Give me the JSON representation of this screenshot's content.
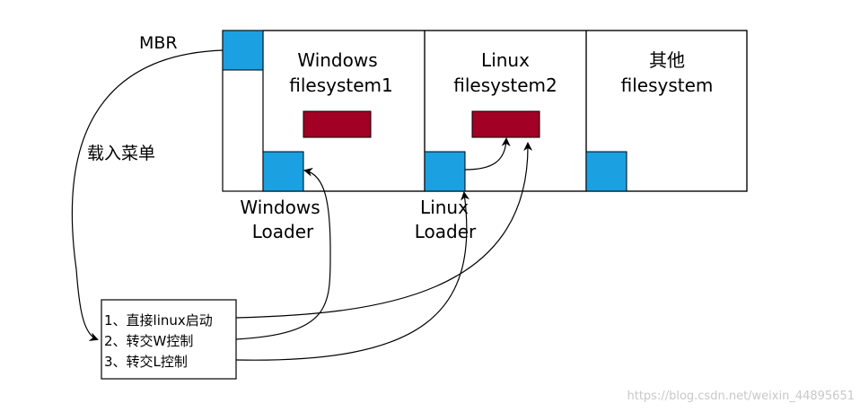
{
  "labels": {
    "mbr": "MBR",
    "load_menu": "载入菜单",
    "partition1_line1": "Windows",
    "partition1_line2": "filesystem1",
    "partition2_line1": "Linux",
    "partition2_line2": "filesystem2",
    "partition3_line1": "其他",
    "partition3_line2": "filesystem",
    "windows_loader_line1": "Windows",
    "windows_loader_line2": "Loader",
    "linux_loader_line1": "Linux",
    "linux_loader_line2": "Loader"
  },
  "menu": {
    "items": [
      "1、直接linux启动",
      "2、转交W控制",
      "3、转交L控制"
    ]
  },
  "watermark": "https://blog.csdn.net/weixin_44895651",
  "colors": {
    "loader_block": "#1ba1e2",
    "kernel_block": "#a20025",
    "stroke": "#000000",
    "background": "#ffffff"
  }
}
